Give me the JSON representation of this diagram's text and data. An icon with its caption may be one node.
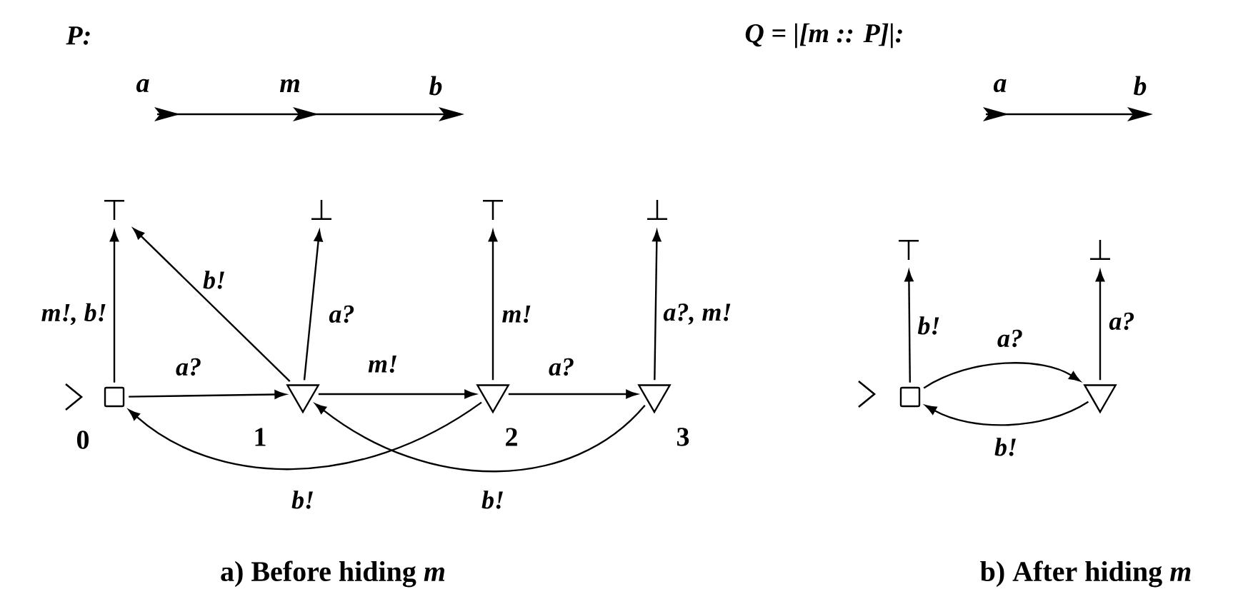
{
  "diagram": {
    "nodes": [
      {
        "text": [
          "⊤"
        ]
      },
      {
        "text": [
          "⊥"
        ]
      },
      {
        "text": [
          "⊤"
        ]
      },
      {
        "text": [
          "⊥"
        ]
      },
      {
        "text": [
          "⊤"
        ]
      },
      {
        "text": [
          "⊥"
        ]
      },
      {
        "text": [],
        "shape": "box",
        "beside": [
          "0"
        ]
      },
      {
        "text": [],
        "shape": "triangle",
        "beside": [
          "1"
        ]
      },
      {
        "text": [],
        "shape": "triangle",
        "beside": [
          "2"
        ]
      },
      {
        "text": [],
        "shape": "triangle",
        "beside": [
          "3"
        ]
      },
      {
        "text": [],
        "shape": "box"
      },
      {
        "text": [],
        "shape": "triangle"
      }
    ],
    "edges": [
      {
        "from": 6,
        "to": 0,
        "arrow": "to",
        "label": "m!, b!"
      },
      {
        "from": 7,
        "to": 0,
        "arrow": "to",
        "label": "b!"
      },
      {
        "from": 7,
        "to": 1,
        "arrow": "to",
        "label": "a?"
      },
      {
        "from": 8,
        "to": 2,
        "arrow": "to",
        "label": "m!"
      },
      {
        "from": 9,
        "to": 3,
        "arrow": "to",
        "label": "a?, m!"
      },
      {
        "from": 6,
        "to": 7,
        "arrow": "to",
        "label": "a?"
      },
      {
        "from": 7,
        "to": 8,
        "arrow": "to",
        "label": "m!"
      },
      {
        "from": 8,
        "to": 9,
        "arrow": "to",
        "label": "a?"
      },
      {
        "from": 8,
        "to": 6,
        "arrow": "to",
        "label": "b!"
      },
      {
        "from": 9,
        "to": 7,
        "arrow": "to",
        "label": "b!"
      },
      {
        "from": 10,
        "to": 4,
        "arrow": "to",
        "label": "b!"
      },
      {
        "from": 11,
        "to": 5,
        "arrow": "to",
        "label": "a?"
      },
      {
        "from": 10,
        "to": 11,
        "arrow": "to",
        "label": "a?"
      },
      {
        "from": 11,
        "to": 10,
        "arrow": "to",
        "label": "b!"
      }
    ],
    "labels": [
      "P:",
      "a",
      "m",
      "b",
      "Q = |[m :: P]|:",
      "a",
      "b",
      "a) Before hiding *m*",
      "b) After hiding *m*"
    ]
  }
}
